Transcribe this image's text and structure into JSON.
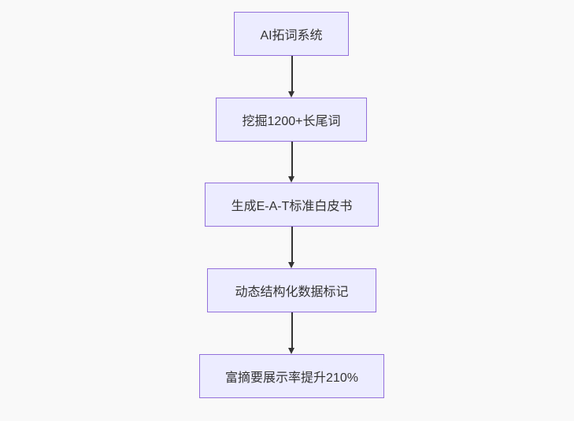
{
  "diagram": {
    "type": "flowchart",
    "direction": "top-down",
    "nodes": [
      {
        "id": "n1",
        "label": "AI拓词系统"
      },
      {
        "id": "n2",
        "label": "挖掘1200+长尾词"
      },
      {
        "id": "n3",
        "label": "生成E-A-T标准白皮书"
      },
      {
        "id": "n4",
        "label": "动态结构化数据标记"
      },
      {
        "id": "n5",
        "label": "富摘要展示率提升210%"
      }
    ],
    "edges": [
      {
        "from": "n1",
        "to": "n2"
      },
      {
        "from": "n2",
        "to": "n3"
      },
      {
        "from": "n3",
        "to": "n4"
      },
      {
        "from": "n4",
        "to": "n5"
      }
    ],
    "colors": {
      "background": "#f9f9f9",
      "node_fill": "#ECECFF",
      "node_border": "#9370DB",
      "arrow": "#333333",
      "text": "#333333"
    }
  }
}
